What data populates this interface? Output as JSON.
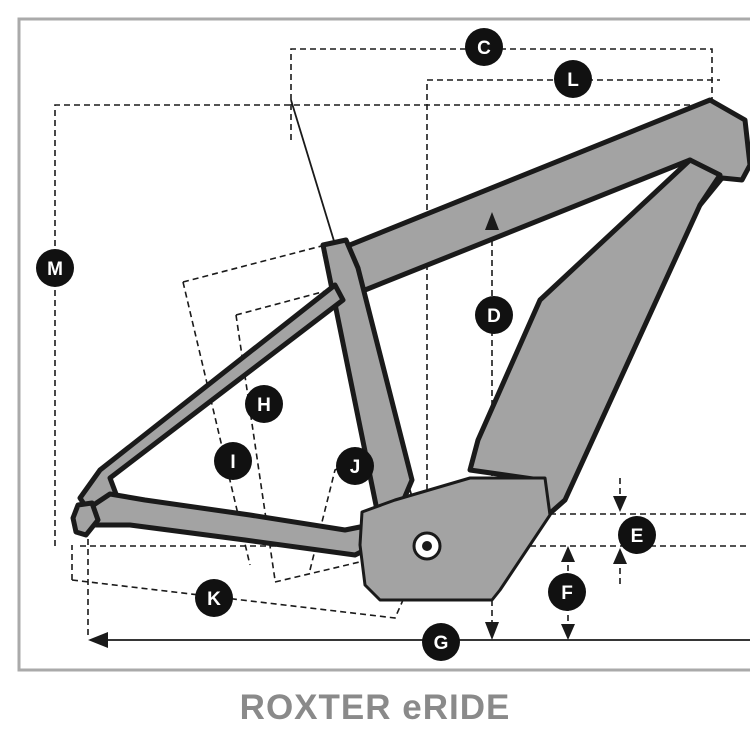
{
  "model": {
    "name": "ROXTER eRIDE"
  },
  "colors": {
    "frame": "#a3a3a3",
    "outline": "#1a1a1a",
    "border": "#aaaaaa",
    "title": "#8a8a8a",
    "badge": "#111111"
  },
  "measurements": [
    {
      "key": "C",
      "label": "C"
    },
    {
      "key": "L",
      "label": "L"
    },
    {
      "key": "M",
      "label": "M"
    },
    {
      "key": "D",
      "label": "D"
    },
    {
      "key": "H",
      "label": "H"
    },
    {
      "key": "I",
      "label": "I"
    },
    {
      "key": "J",
      "label": "J"
    },
    {
      "key": "E",
      "label": "E"
    },
    {
      "key": "F",
      "label": "F"
    },
    {
      "key": "K",
      "label": "K"
    },
    {
      "key": "G",
      "label": "G"
    }
  ]
}
